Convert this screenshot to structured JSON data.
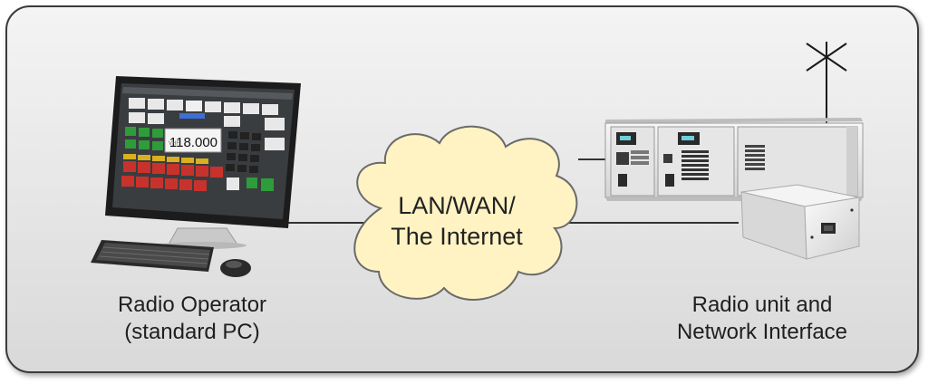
{
  "operator": {
    "label_line1": "Radio Operator",
    "label_line2": "(standard PC)",
    "screen_frequency": "118.000"
  },
  "network": {
    "label_line1": "LAN/WAN/",
    "label_line2": "The Internet"
  },
  "radio": {
    "label_line1": "Radio unit and",
    "label_line2": "Network Interface"
  },
  "colors": {
    "panel_background": "#e6e6e6",
    "panel_border": "#3a3a3a",
    "cloud_fill": "#fff3c3",
    "cloud_stroke": "#6a6a6a",
    "connector": "#333333",
    "radio_body": "#eeeeee",
    "key_green": "#2e9c3a",
    "key_red": "#c8322c",
    "key_yellow": "#d8b020"
  }
}
